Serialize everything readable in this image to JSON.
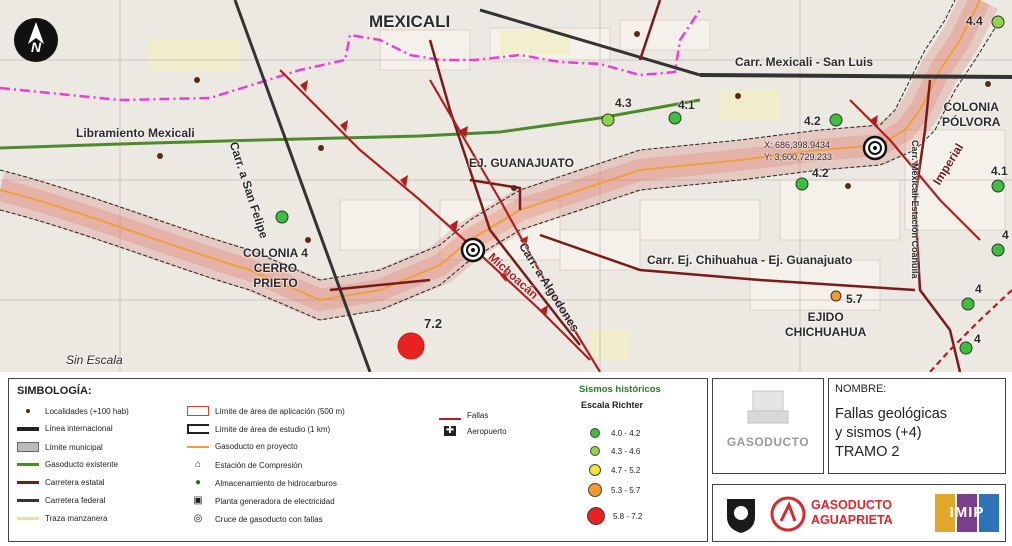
{
  "map": {
    "city": "MEXICALI",
    "roads": {
      "mexicali_san_luis": "Carr. Mexicali - San Luis",
      "libramiento": "Libramiento Mexicali",
      "san_felipe": "Carr. a San Felipe",
      "algodones": "Carr. a Algodones",
      "chihuahua_guanajuato": "Carr. Ej. Chihuahua - Ej. Guanajuato",
      "imperial": "Imperial",
      "michoacan": "Michoacán",
      "mexicali_coahuila": "Carr. Mexicali Estación Coahuila"
    },
    "places": {
      "guanajuato": "EJ. GUANAJUATO",
      "colonia4": "COLONIA 4\nCERRO\nPRIETO",
      "ejido_chihuahua": "EJIDO\nCHICHUAHUA",
      "colonia_polvora": "COLONIA\nPÓLVORA"
    },
    "coordinates": [
      "X: 686,398.9434",
      "Y: 3,600,729.233"
    ],
    "scale_note": "Sin Escala",
    "quakes": [
      {
        "label": "4.3",
        "cat": "green"
      },
      {
        "label": "4.1",
        "cat": "green"
      },
      {
        "label": "4.2",
        "cat": "green"
      },
      {
        "label": "4.2",
        "cat": "green"
      },
      {
        "label": "4.4",
        "cat": "green"
      },
      {
        "label": "4.1",
        "cat": "green"
      },
      {
        "label": "4",
        "cat": "green"
      },
      {
        "label": "4",
        "cat": "green"
      },
      {
        "label": "4",
        "cat": "green"
      },
      {
        "label": "5.7",
        "cat": "orange"
      },
      {
        "label": "7.2",
        "cat": "red"
      }
    ],
    "north_icon": "north-arrow-icon"
  },
  "legend": {
    "title": "SIMBOLOGÍA:",
    "col1": [
      {
        "label": "Localidades (+100 hab)"
      },
      {
        "label": "Línea internacional"
      },
      {
        "label": "Límite municipal"
      },
      {
        "label": "Gasoducto existente"
      },
      {
        "label": "Carretera estatal"
      },
      {
        "label": "Carretera federal"
      },
      {
        "label": "Traza manzanera"
      }
    ],
    "col2": [
      {
        "label": "Límite de área de aplicación (500 m)"
      },
      {
        "label": "Límite de área de estudio (1 km)"
      },
      {
        "label": "Gasoducto en proyecto"
      },
      {
        "label": "Estación de Compresión"
      },
      {
        "label": "Almacenamiento de hidrocarburos"
      },
      {
        "label": "Planta generadora de electricidad"
      },
      {
        "label": "Cruce de gasoducto con fallas"
      }
    ],
    "col3": [
      {
        "label": "Fallas"
      },
      {
        "label": "Aeropuerto"
      }
    ],
    "sismos_title": "Sismos históricos",
    "sismos_sub": "Escala Richter",
    "sismos": [
      {
        "range": "4.0 - 4.2",
        "color": "#3cbf3c"
      },
      {
        "range": "4.3 - 4.6",
        "color": "#8fd34a"
      },
      {
        "range": "4.7 - 5.2",
        "color": "#f2e23a"
      },
      {
        "range": "5.3 - 5.7",
        "color": "#f39a2a"
      },
      {
        "range": "5.8 - 7.2",
        "color": "#e8231f"
      }
    ]
  },
  "titlebox": {
    "label": "NOMBRE:",
    "value": "Fallas geológicas\ny sismos (+4)\nTRAMO 2"
  },
  "logos": {
    "logo1_text": "GASODUCTO",
    "logo2_text": "GASODUCTO\nAGUAPRIETA",
    "logo3_text": "IMIP"
  },
  "colors": {
    "fault": "#b02020",
    "pipeline_existing": "#4c8a2a",
    "municipal": "#e83fd6",
    "federal": "#333333",
    "buffer": "#c9453a"
  }
}
